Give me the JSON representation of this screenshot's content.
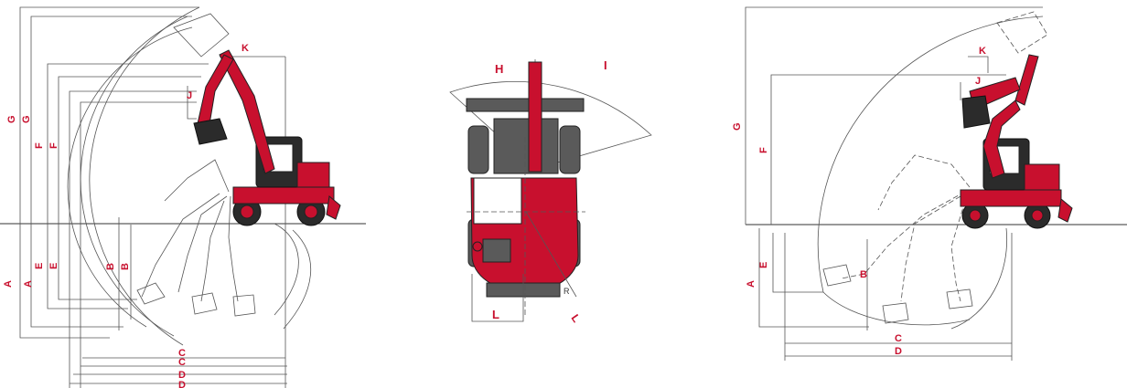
{
  "labels": {
    "left": {
      "a1": "A",
      "a2": "A",
      "b1": "B",
      "b2": "B",
      "c1": "C",
      "c2": "C",
      "d1": "D",
      "d2": "D",
      "e1": "E",
      "e2": "E",
      "f1": "F",
      "f2": "F",
      "g1": "G",
      "g2": "G",
      "j": "J",
      "k": "K"
    },
    "top": {
      "h": "H",
      "i": "I",
      "l1": "L",
      "l2": "L",
      "r": "R"
    },
    "right": {
      "a": "A",
      "b": "B",
      "c": "C",
      "d": "D",
      "e": "E",
      "f": "F",
      "g": "G",
      "j": "J",
      "k": "K"
    }
  },
  "colors": {
    "label": "#c8102e",
    "body": "#c8102e",
    "line": "#333333"
  }
}
